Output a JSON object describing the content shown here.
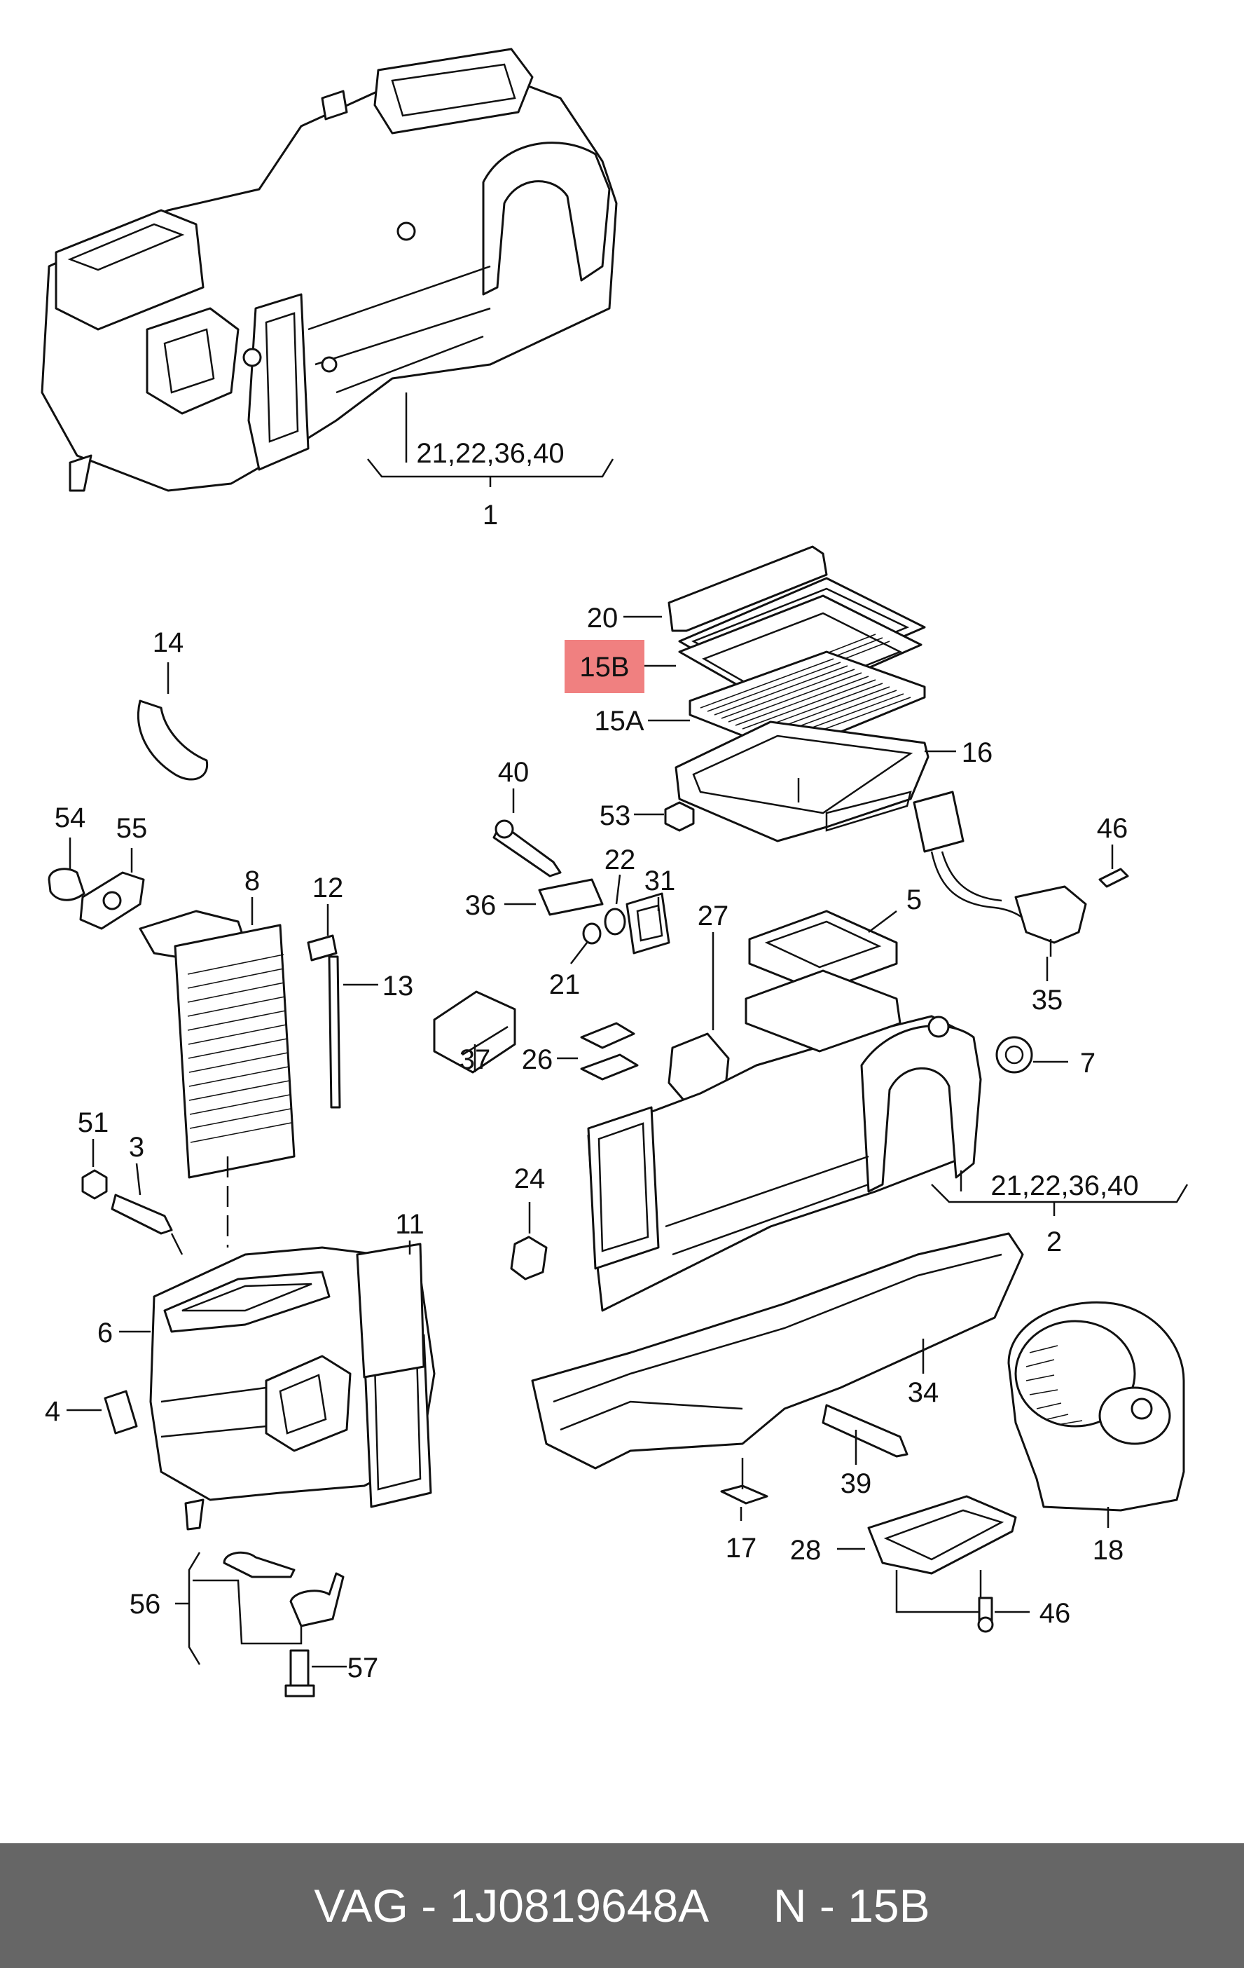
{
  "callouts": {
    "top_group": "21,22,36,40",
    "top_group_num": "1",
    "p20": "20",
    "p15b": "15B",
    "p15a": "15A",
    "p16": "16",
    "p14": "14",
    "p40": "40",
    "p53": "53",
    "p46a": "46",
    "p54": "54",
    "p55": "55",
    "p8": "8",
    "p12": "12",
    "p22": "22",
    "p31": "31",
    "p5": "5",
    "p36": "36",
    "p27": "27",
    "p13": "13",
    "p21": "21",
    "p35": "35",
    "p37": "37",
    "p26": "26",
    "p7": "7",
    "p51": "51",
    "p3": "3",
    "mid_group": "21,22,36,40",
    "mid_group_num": "2",
    "p24": "24",
    "p11": "11",
    "p6": "6",
    "p34": "34",
    "p4": "4",
    "p39": "39",
    "p17": "17",
    "p28": "28",
    "p18": "18",
    "p56": "56",
    "p46b": "46",
    "p57": "57"
  },
  "highlight": {
    "label": "15B",
    "color": "#f08080"
  },
  "footer": {
    "brand_part": "VAG - 1J0819648A",
    "position_ref": "N - 15B",
    "background": "#666666"
  }
}
